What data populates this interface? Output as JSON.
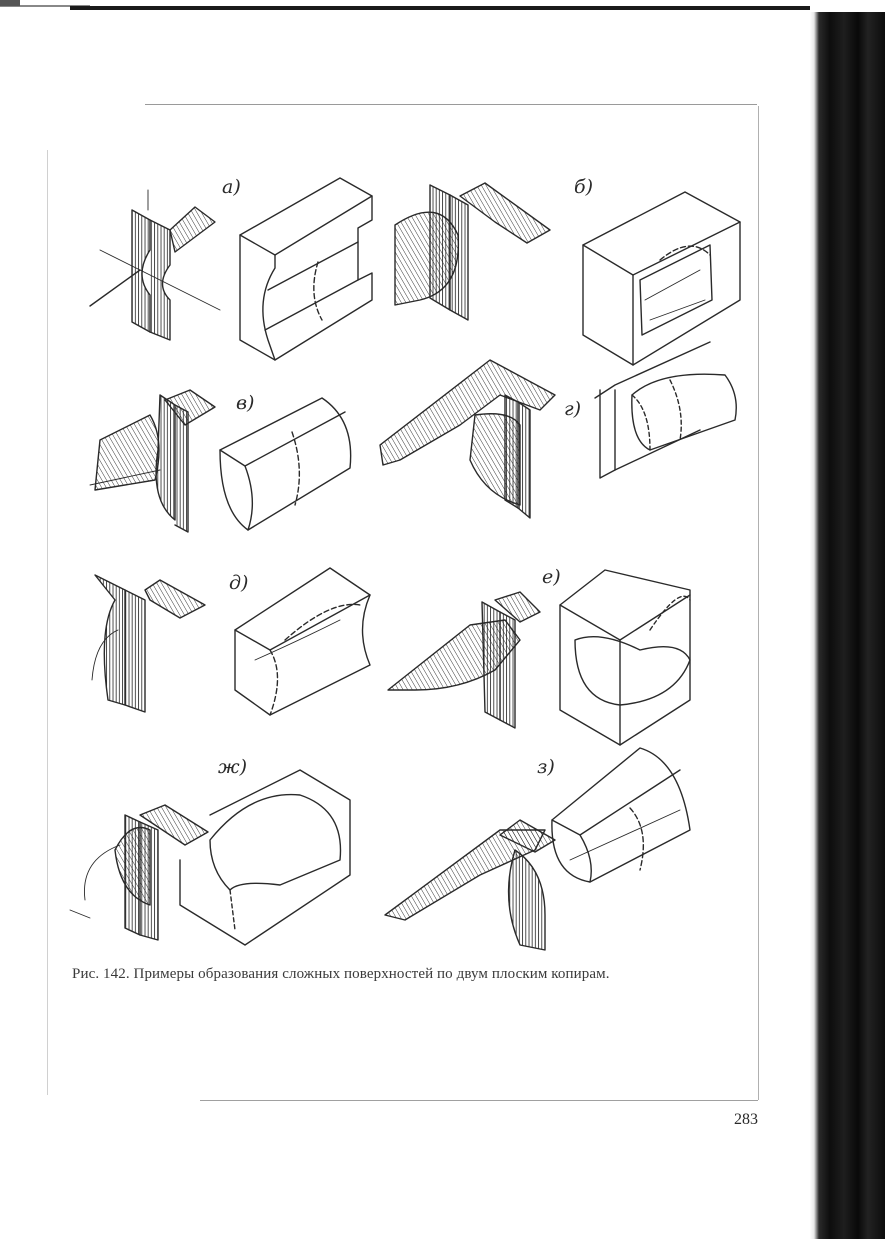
{
  "labels": [
    "а)",
    "б)",
    "в)",
    "г)",
    "д)",
    "е)",
    "ж)",
    "з)"
  ],
  "caption": "Рис. 142. Примеры образования сложных поверхностей по двум плоским копирам.",
  "page_number": "283",
  "colors": {
    "ink": "#2a2a2a",
    "spine": "#0d0d0d",
    "frame": "#9a9a9a"
  }
}
